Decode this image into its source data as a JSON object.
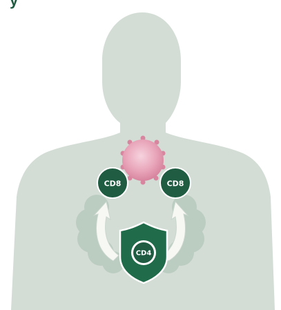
{
  "header": {
    "title_fragment": "y"
  },
  "diagram": {
    "left_cell": {
      "label": "CD8"
    },
    "right_cell": {
      "label": "CD8"
    },
    "shield": {
      "label": "CD4"
    },
    "icons": [
      "tumor-cell-icon",
      "t-cell-icon",
      "shield-icon",
      "curved-arrow-icon",
      "human-silhouette"
    ]
  },
  "colors": {
    "silhouette": "#d3ddd6",
    "cell_green": "#1f5c42",
    "shield_green": "#1f6b4a",
    "arrow_fill": "#f7f7f4",
    "arrow_halo": "#a9bfb0",
    "tumor": "#e9a6bb"
  }
}
